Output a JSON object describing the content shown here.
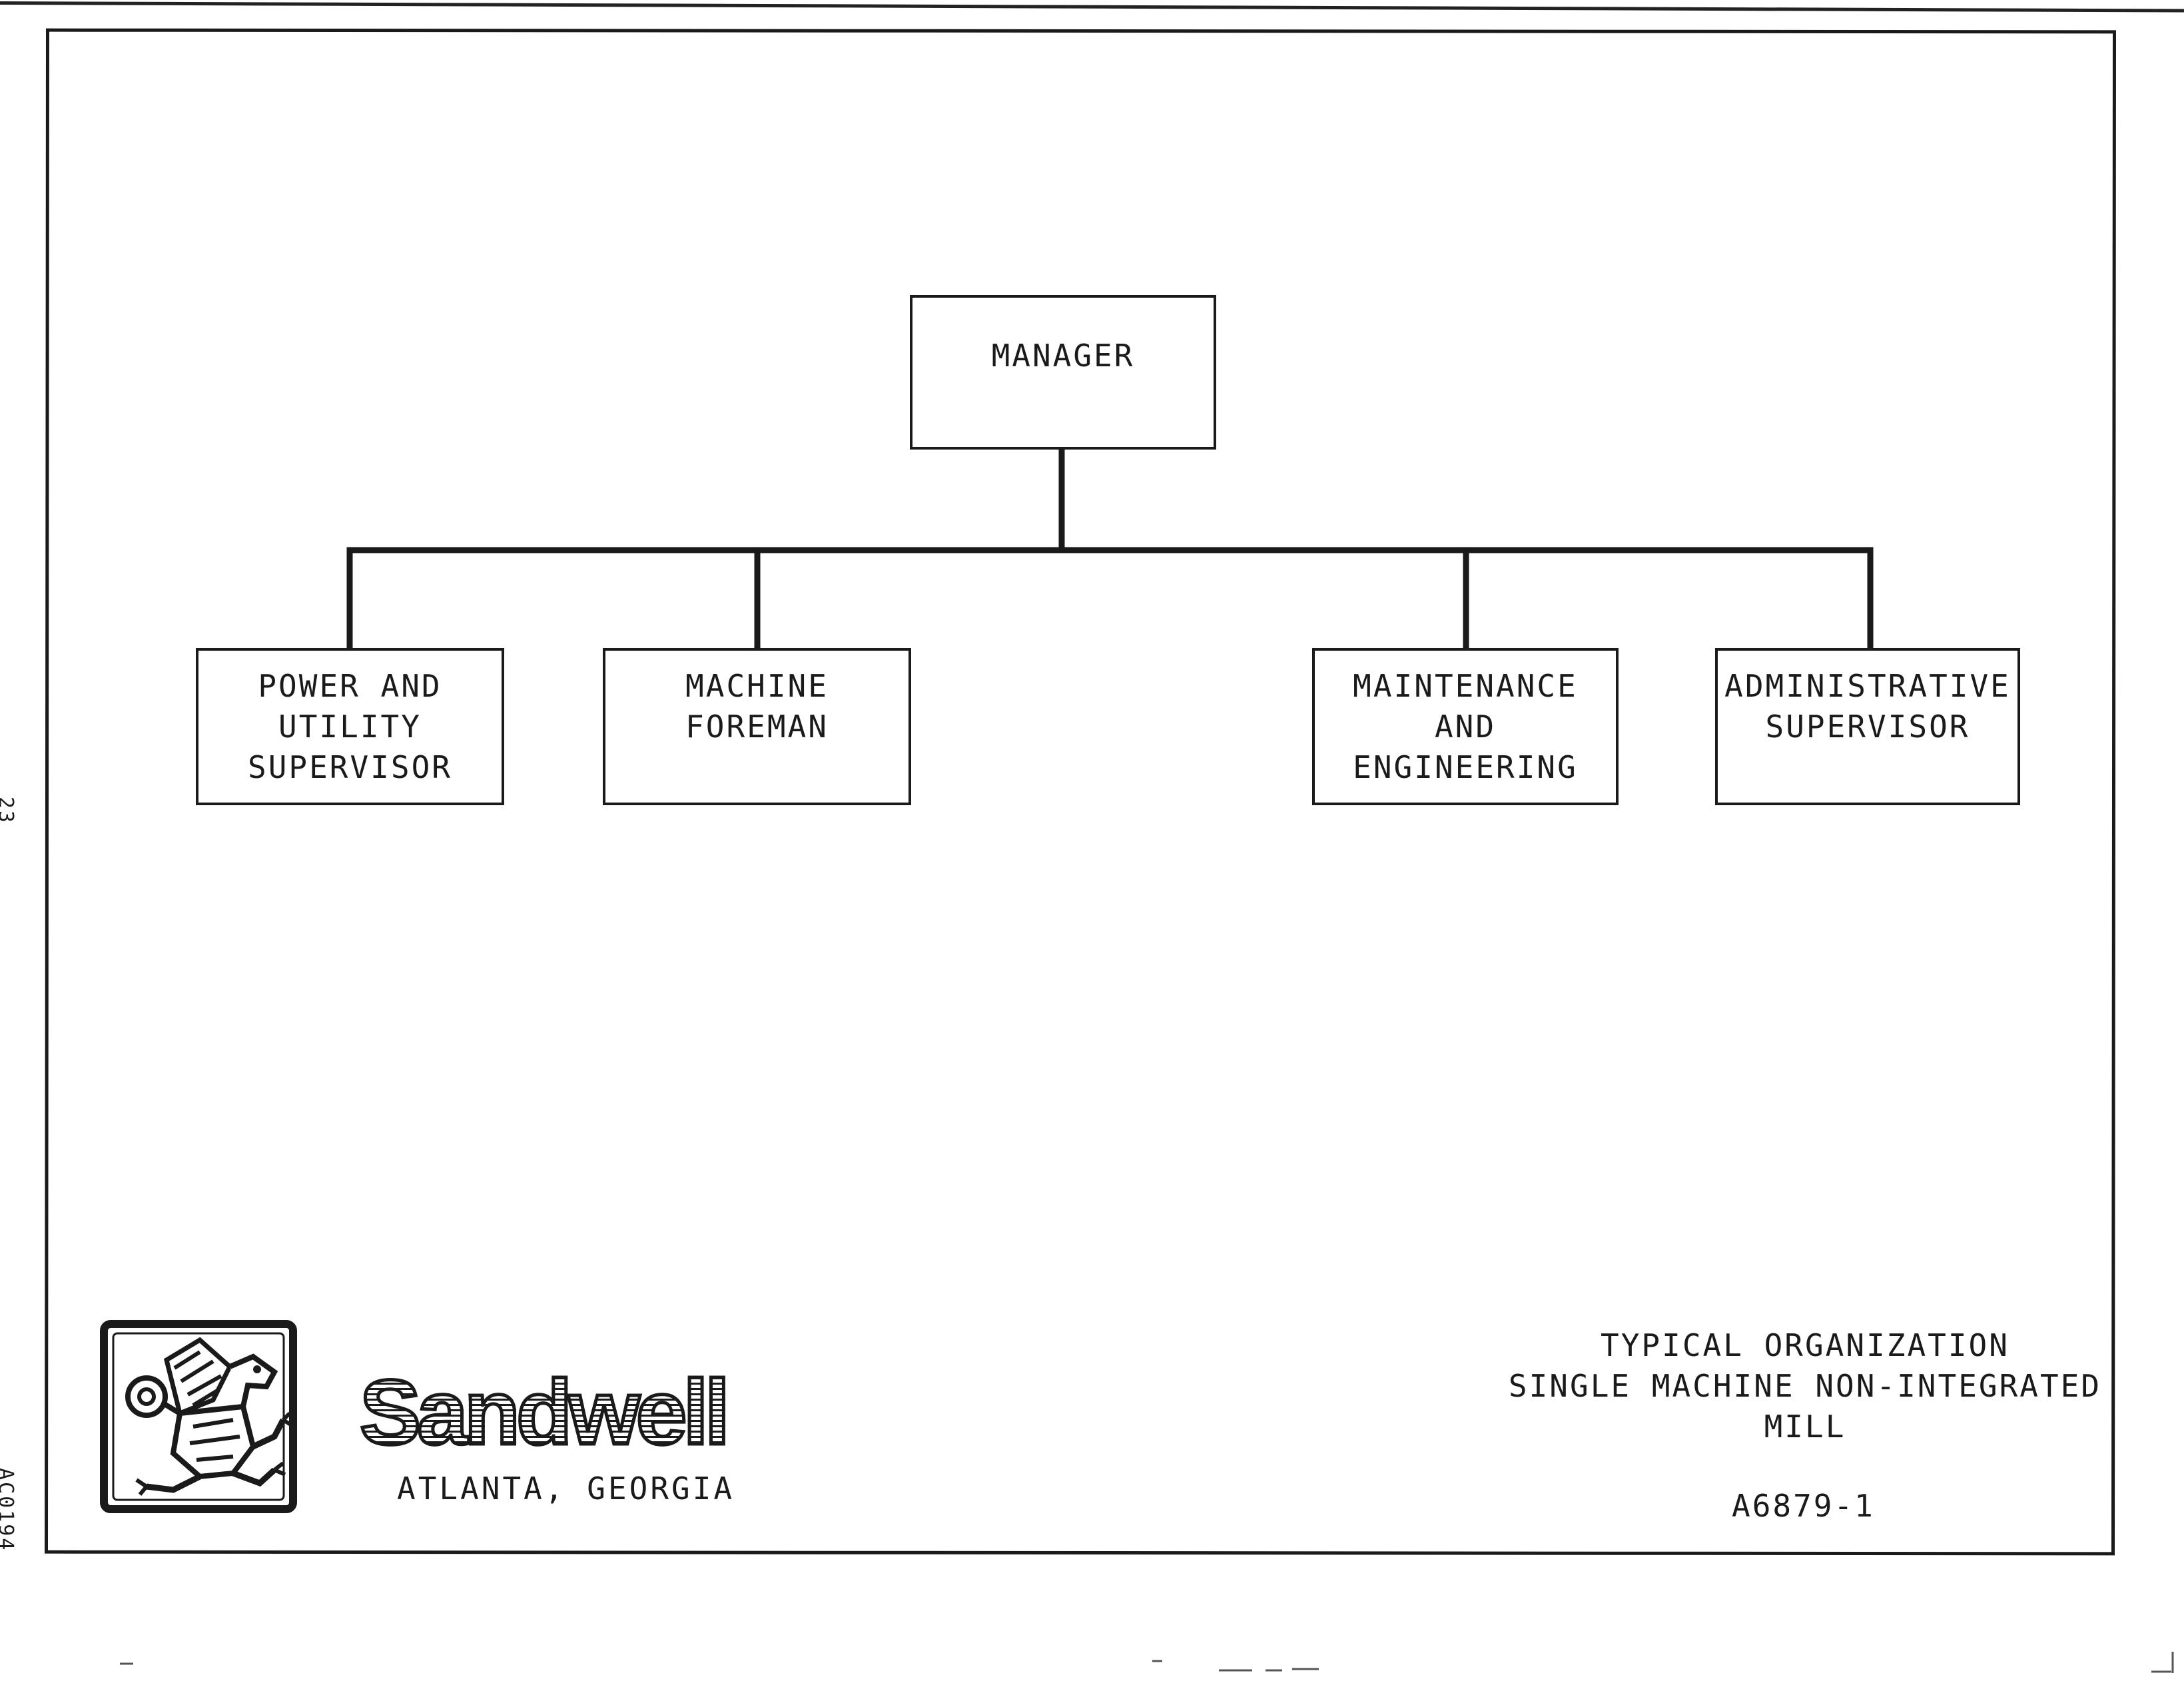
{
  "chart": {
    "root": {
      "label": "MANAGER"
    },
    "children": [
      {
        "id": "power",
        "label": "POWER AND\nUTILITY\nSUPERVISOR"
      },
      {
        "id": "machine",
        "label": "MACHINE\nFOREMAN"
      },
      {
        "id": "maintenance",
        "label": "MAINTENANCE\nAND\nENGINEERING"
      },
      {
        "id": "admin",
        "label": "ADMINISTRATIVE\nSUPERVISOR"
      }
    ]
  },
  "footer": {
    "brand": "Sandwell",
    "location": "ATLANTA, GEORGIA",
    "title_lines": [
      "TYPICAL ORGANIZATION",
      "SINGLE MACHINE NON-INTEGRATED",
      "MILL"
    ],
    "drawing_number": "A6879-1"
  },
  "margin": {
    "page_number": "23",
    "document_code": "AC0194"
  }
}
